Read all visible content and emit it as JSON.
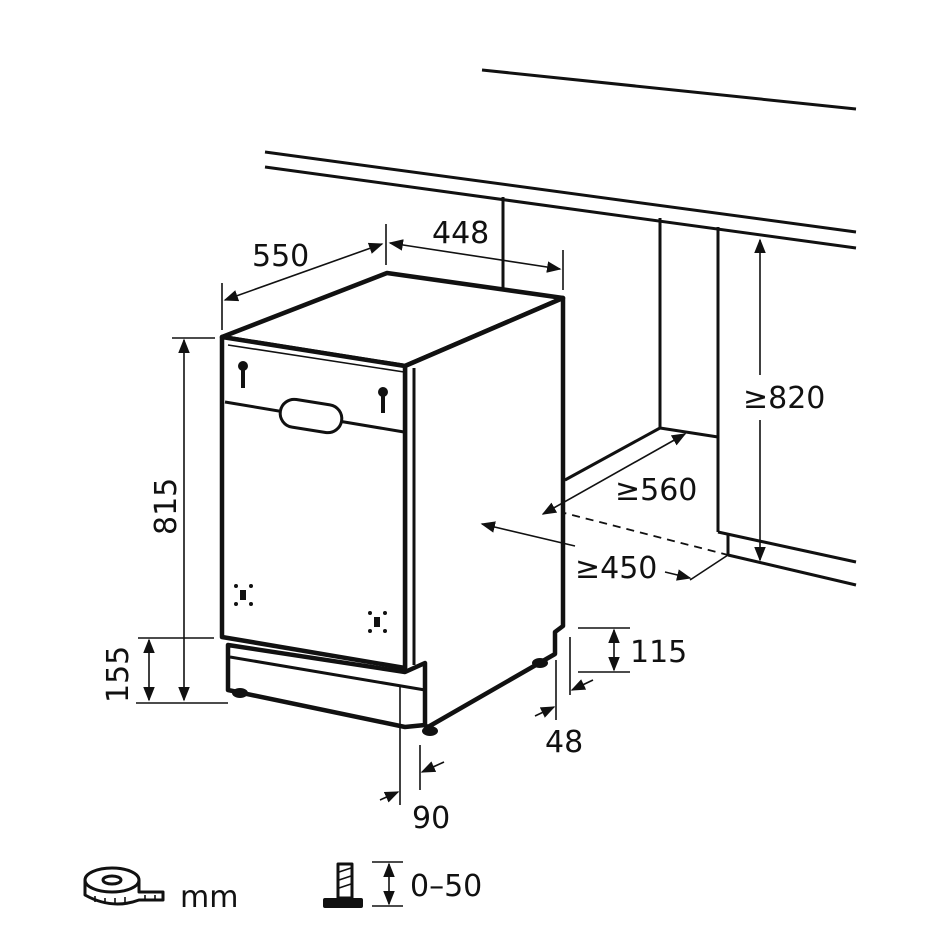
{
  "diagram": {
    "subject": "Built-in slim dishwasher installation dimensions",
    "appliance": {
      "depth_label": "550",
      "width_label": "448",
      "height_label": "815",
      "door_bottom_height_label": "155",
      "plinth_setback_label": "90",
      "rear_foot_height_label": "115",
      "rear_foot_setback_label": "48"
    },
    "niche": {
      "min_height_label": "≥820",
      "min_depth_label": "≥560",
      "min_width_label": "≥450"
    },
    "legend": {
      "unit_icon": "tape-measure-icon",
      "unit_label": "mm",
      "adjust_icon": "adjustable-foot-icon",
      "adjust_range_label": "0–50"
    }
  }
}
